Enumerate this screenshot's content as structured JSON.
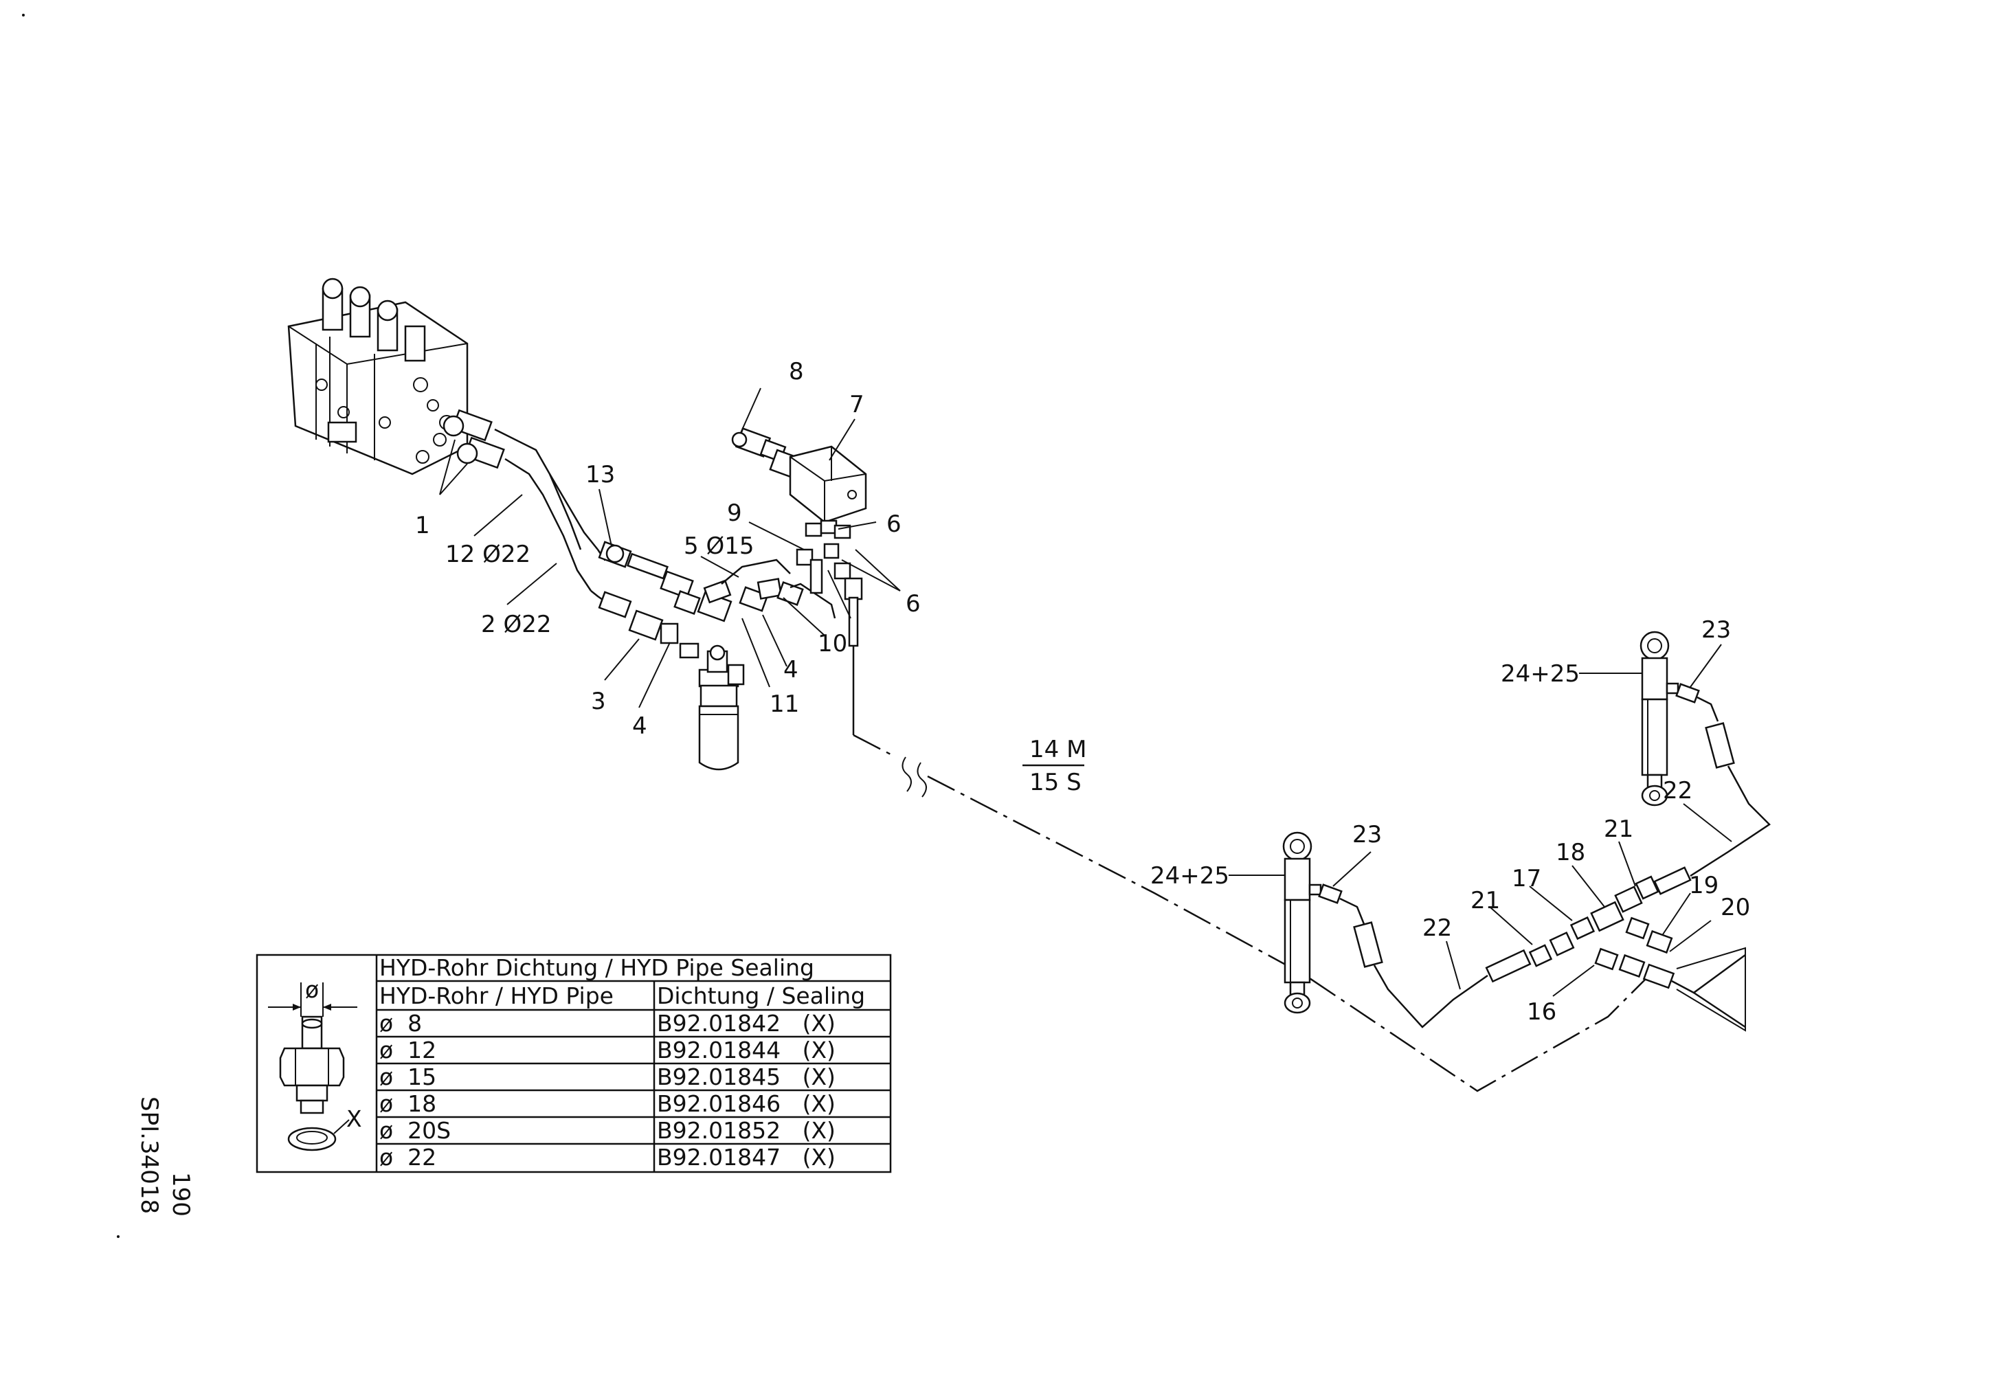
{
  "callouts": {
    "c1": "1",
    "c12": "12 Ø22",
    "c2": "2 Ø22",
    "c13": "13",
    "c3": "3",
    "c4a": "4",
    "c4b": "4",
    "c5": "5 Ø15",
    "c11": "11",
    "c10": "10",
    "c9": "9",
    "c8": "8",
    "c7": "7",
    "c6a": "6",
    "c6b": "6",
    "c14": "14 M",
    "c15": "15 S",
    "c23a": "23",
    "c23b": "23",
    "c2425a": "24+25",
    "c2425b": "24+25",
    "c22a": "22",
    "c22b": "22",
    "c21a": "21",
    "c21b": "21",
    "c17": "17",
    "c18": "18",
    "c19": "19",
    "c20": "20",
    "c16": "16"
  },
  "sealing_table": {
    "title": "HYD-Rohr Dichtung / HYD Pipe Sealing",
    "col_pipe": "HYD-Rohr / HYD Pipe",
    "col_sealing": "Dichtung / Sealing",
    "diameter_symbol": "ø",
    "seal_marker": "X",
    "rows": [
      {
        "pipe": "ø  8",
        "sealing": "B92.01842   (X)"
      },
      {
        "pipe": "ø  12",
        "sealing": "B92.01844   (X)"
      },
      {
        "pipe": "ø  15",
        "sealing": "B92.01845   (X)"
      },
      {
        "pipe": "ø  18",
        "sealing": "B92.01846   (X)"
      },
      {
        "pipe": "ø  20S",
        "sealing": "B92.01852   (X)"
      },
      {
        "pipe": "ø  22",
        "sealing": "B92.01847   (X)"
      }
    ]
  },
  "side_code": {
    "line1": "SPI.34018",
    "line2": "190"
  }
}
